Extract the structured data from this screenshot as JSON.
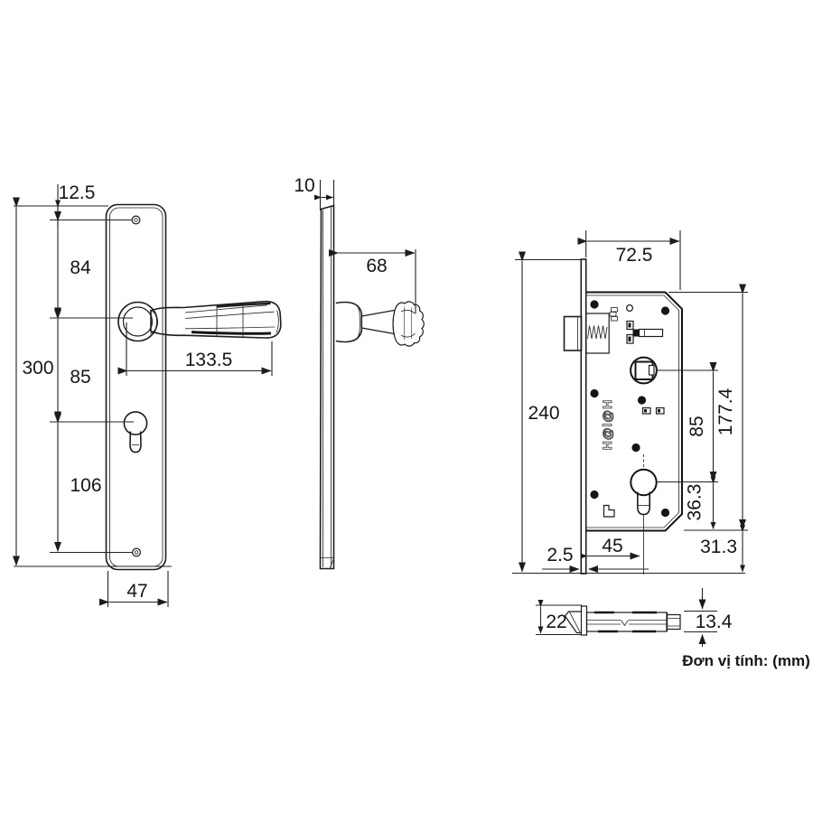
{
  "unit_note": "Đơn vị tính: (mm)",
  "brand_logo": "H@l@H",
  "front_view": {
    "dims": {
      "plate_top_to_screw": "12.5",
      "screw_to_handle": "84",
      "plate_height": "300",
      "handle_to_cylinder": "85",
      "cylinder_to_screw": "106",
      "handle_length": "133.5",
      "plate_width": "47"
    }
  },
  "side_view": {
    "dims": {
      "plate_thickness": "10",
      "handle_projection": "68"
    }
  },
  "lock_view": {
    "dims": {
      "body_width": "72.5",
      "faceplate_height": "240",
      "body_height": "177.4",
      "spindle_to_cylinder": "85",
      "cylinder_to_body_bottom": "36.3",
      "faceplate_thickness": "2.5",
      "backset": "45",
      "bottom_offset": "31.3"
    }
  },
  "latch_view": {
    "dims": {
      "head_height": "22",
      "bolt_diameter": "13.4"
    }
  }
}
